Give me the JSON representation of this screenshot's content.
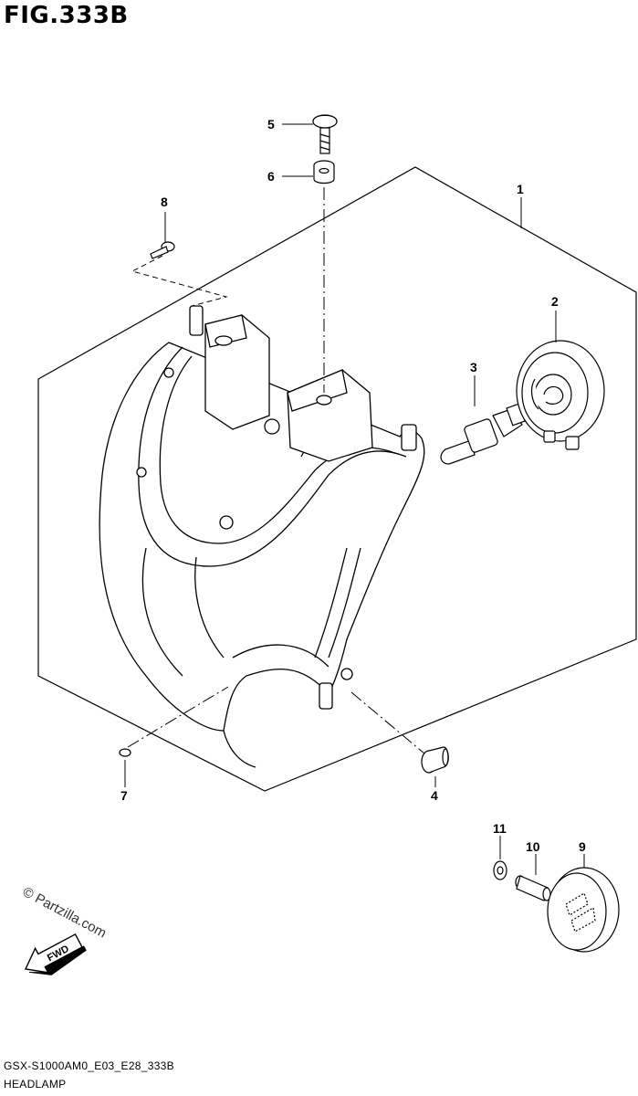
{
  "figure": {
    "title": "FIG.333B",
    "code": "GSX-S1000AM0_E03_E28_333B",
    "name": "HEADLAMP",
    "watermark": "© Partzilla.com",
    "fwd_label": "FWD"
  },
  "parts": [
    {
      "number": "1",
      "description": "headlamp-assembly"
    },
    {
      "number": "2",
      "description": "socket-housing"
    },
    {
      "number": "3",
      "description": "bulb"
    },
    {
      "number": "4",
      "description": "grommet-pin"
    },
    {
      "number": "5",
      "description": "screw"
    },
    {
      "number": "6",
      "description": "cushion"
    },
    {
      "number": "7",
      "description": "cap"
    },
    {
      "number": "8",
      "description": "bolt"
    },
    {
      "number": "9",
      "description": "cover"
    },
    {
      "number": "10",
      "description": "stud"
    },
    {
      "number": "11",
      "description": "washer"
    }
  ]
}
